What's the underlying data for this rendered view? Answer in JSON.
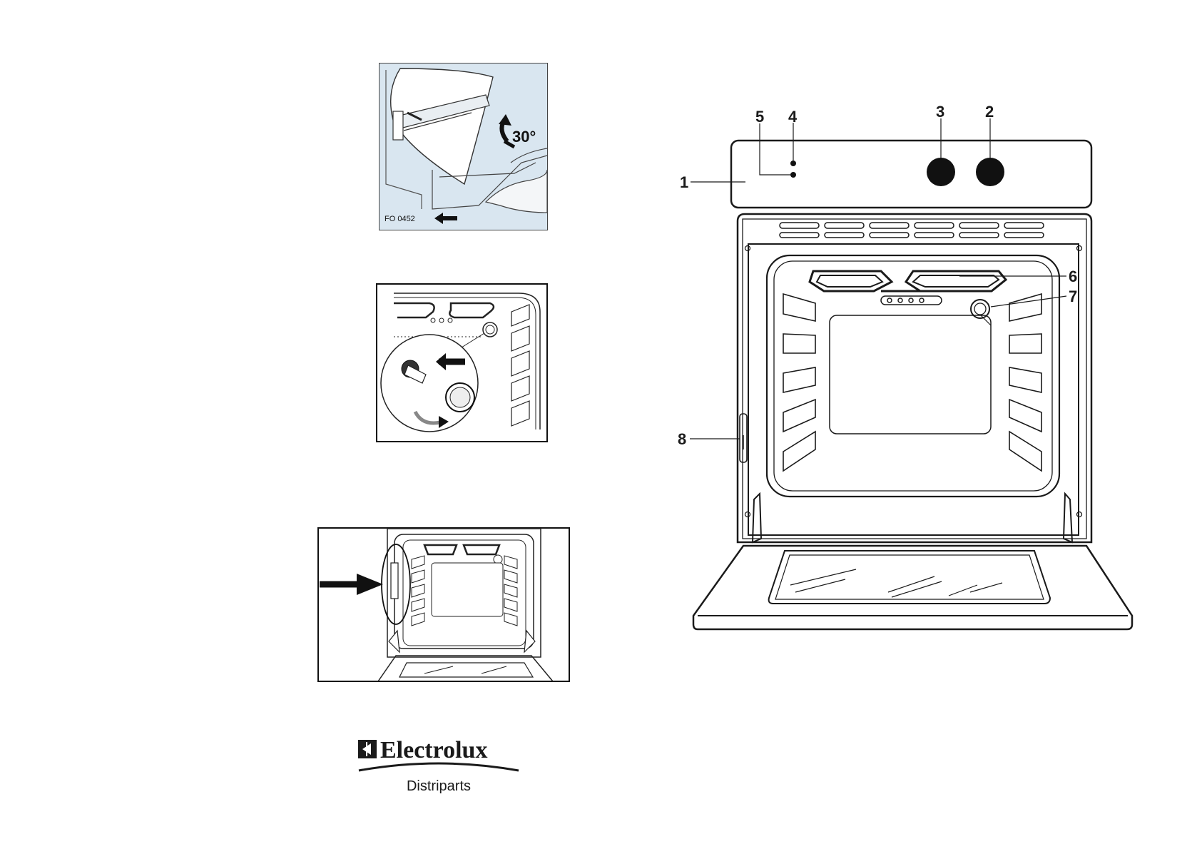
{
  "fig_door": {
    "angle": "30°",
    "code": "FO 0452"
  },
  "brand": {
    "name": "Electrolux",
    "subtitle": "Distriparts"
  },
  "callouts": {
    "c1": "1",
    "c2": "2",
    "c3": "3",
    "c4": "4",
    "c5": "5",
    "c6": "6",
    "c7": "7",
    "c8": "8"
  },
  "colors": {
    "line": "#1a1a1a",
    "fig1_bg": "#d9e6f0",
    "fill": "#ffffff"
  }
}
